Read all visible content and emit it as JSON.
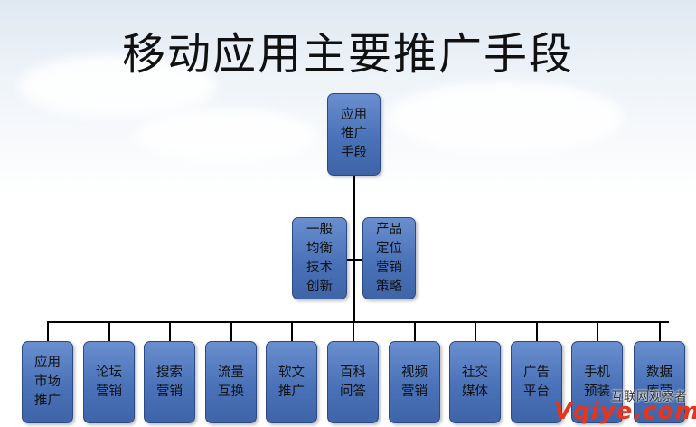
{
  "title": "移动应用主要推广手段",
  "root": {
    "label": "应用推广手段"
  },
  "middle": [
    {
      "label": "一般均衡技术创新"
    },
    {
      "label": "产品定位营销策略"
    }
  ],
  "children": [
    {
      "label": "应用市场推广"
    },
    {
      "label": "论坛营销"
    },
    {
      "label": "搜索营销"
    },
    {
      "label": "流量互换"
    },
    {
      "label": "软文推广"
    },
    {
      "label": "百科问答"
    },
    {
      "label": "视频营销"
    },
    {
      "label": "社交媒体"
    },
    {
      "label": "广告平台"
    },
    {
      "label": "手机预装"
    },
    {
      "label": "数据库营"
    }
  ],
  "watermark": {
    "caption": "互联网观察者",
    "logo": "Vqiye.com"
  },
  "colors": {
    "box_fill": "#4a72b8",
    "box_border": "#2a4a85",
    "connector": "#000000",
    "logo": "#e8341c"
  }
}
